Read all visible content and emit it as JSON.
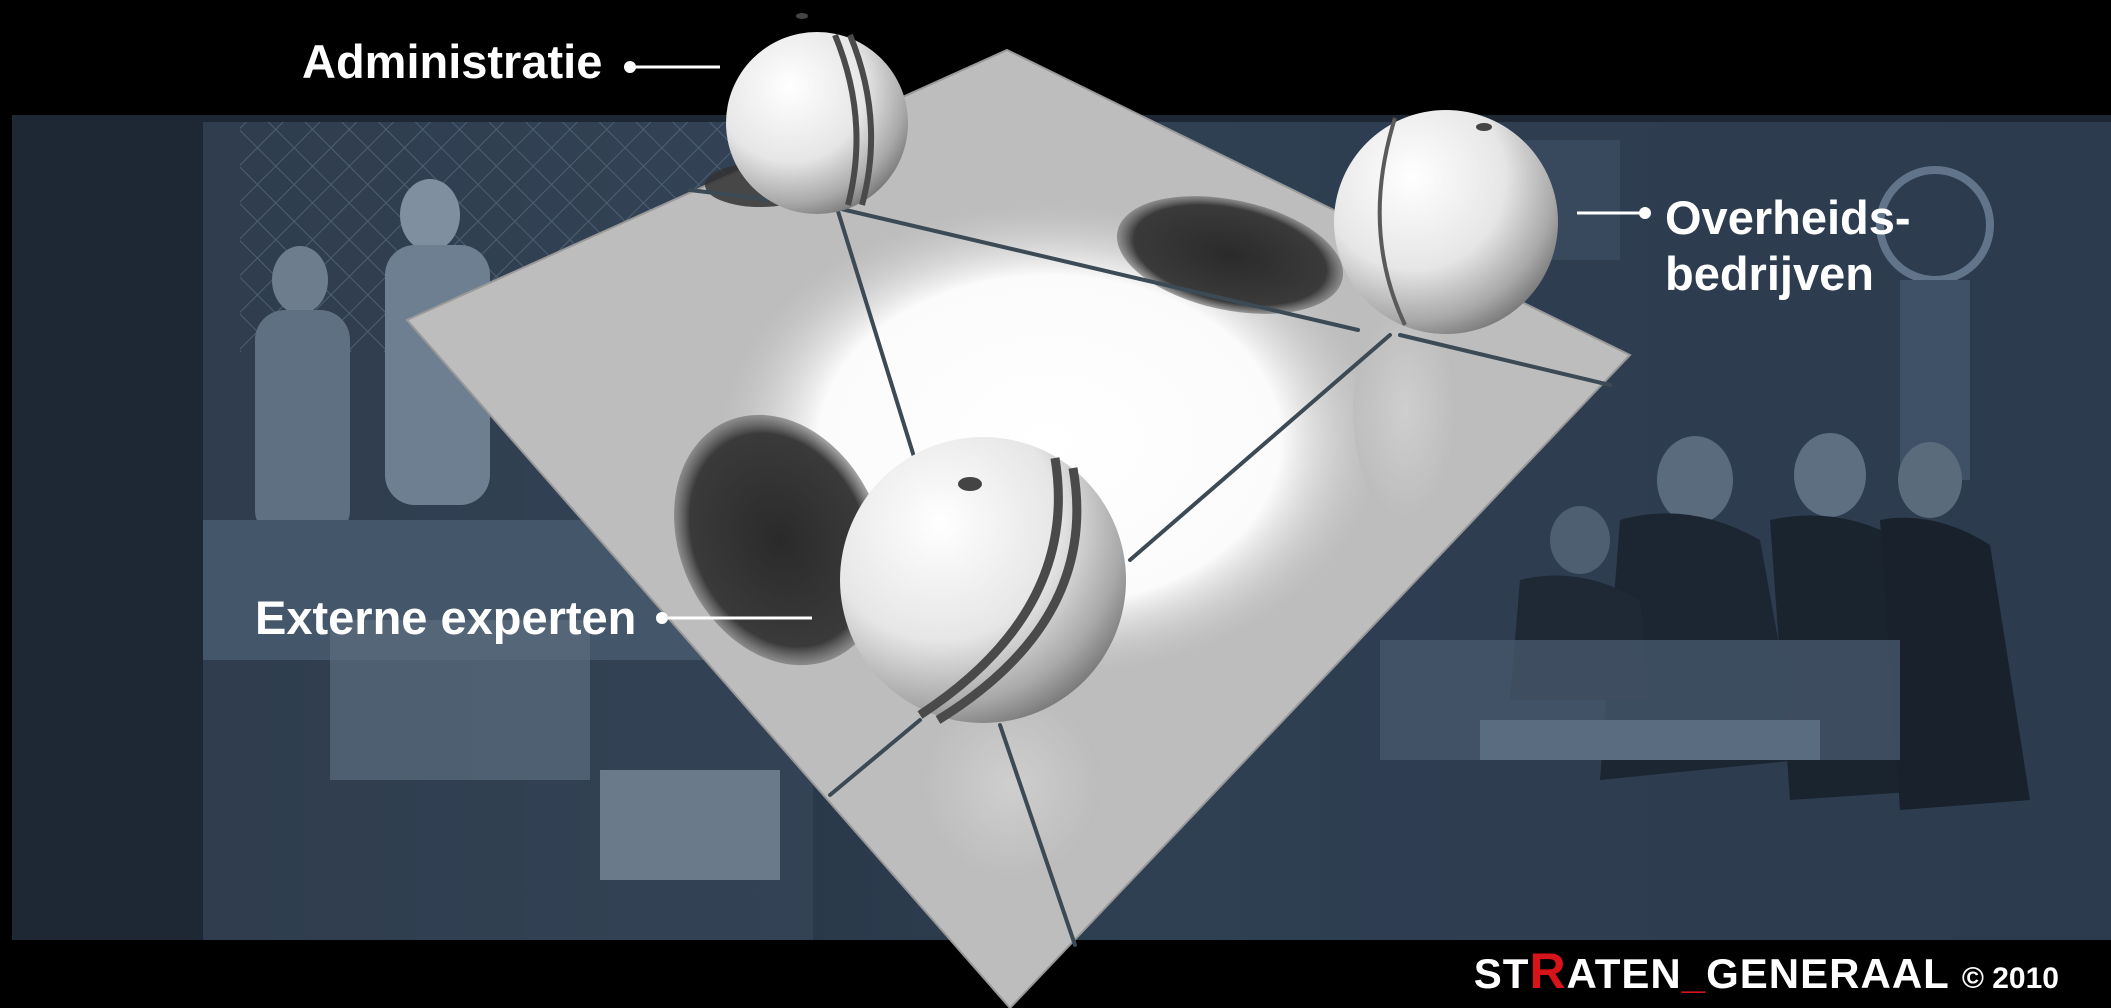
{
  "labels": {
    "administratie": "Administratie",
    "overheidsbedrijven_line1": "Overheids-",
    "overheidsbedrijven_line2": "bedrijven",
    "externe_experten": "Externe experten"
  },
  "footer": {
    "brand_prefix": "ST",
    "brand_highlight": "R",
    "brand_middle": "ATEN",
    "brand_underscore": "_",
    "brand_suffix": "GENERAAL",
    "copyright": "© 2010"
  },
  "colors": {
    "background": "#000000",
    "photo_tint": "#2b3a4c",
    "plane": "#bfbfbf",
    "sphere": "#f2f2f2",
    "brand_accent": "#d8141b",
    "text": "#ffffff"
  }
}
